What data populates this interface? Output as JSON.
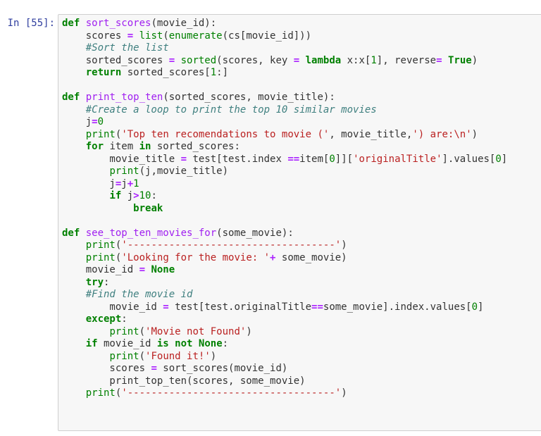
{
  "cell": {
    "prompt": "In [55]:",
    "execution_count": 55,
    "language": "python",
    "lines": [
      [
        {
          "t": "def",
          "c": "kw"
        },
        {
          "t": " "
        },
        {
          "t": "sort_scores",
          "c": "def"
        },
        {
          "t": "(movie_id):"
        }
      ],
      [
        {
          "t": "    scores "
        },
        {
          "t": "=",
          "c": "op"
        },
        {
          "t": " "
        },
        {
          "t": "list",
          "c": "bi"
        },
        {
          "t": "("
        },
        {
          "t": "enumerate",
          "c": "bi"
        },
        {
          "t": "(cs[movie_id]))"
        }
      ],
      [
        {
          "t": "    "
        },
        {
          "t": "#Sort the list",
          "c": "cm"
        }
      ],
      [
        {
          "t": "    sorted_scores "
        },
        {
          "t": "=",
          "c": "op"
        },
        {
          "t": " "
        },
        {
          "t": "sorted",
          "c": "bi"
        },
        {
          "t": "(scores, key "
        },
        {
          "t": "=",
          "c": "op"
        },
        {
          "t": " "
        },
        {
          "t": "lambda",
          "c": "kw"
        },
        {
          "t": " x:x["
        },
        {
          "t": "1",
          "c": "num"
        },
        {
          "t": "], reverse"
        },
        {
          "t": "=",
          "c": "op"
        },
        {
          "t": " "
        },
        {
          "t": "True",
          "c": "kw"
        },
        {
          "t": ")"
        }
      ],
      [
        {
          "t": "    "
        },
        {
          "t": "return",
          "c": "kw"
        },
        {
          "t": " sorted_scores["
        },
        {
          "t": "1",
          "c": "num"
        },
        {
          "t": ":]"
        }
      ],
      [],
      [
        {
          "t": "def",
          "c": "kw"
        },
        {
          "t": " "
        },
        {
          "t": "print_top_ten",
          "c": "def"
        },
        {
          "t": "(sorted_scores, movie_title):"
        }
      ],
      [
        {
          "t": "    "
        },
        {
          "t": "#Create a loop to print the top 10 similar movies",
          "c": "cm"
        }
      ],
      [
        {
          "t": "    j"
        },
        {
          "t": "=",
          "c": "op"
        },
        {
          "t": "0",
          "c": "num"
        }
      ],
      [
        {
          "t": "    "
        },
        {
          "t": "print",
          "c": "bi"
        },
        {
          "t": "("
        },
        {
          "t": "'Top ten recomendations to movie ('",
          "c": "str"
        },
        {
          "t": ", movie_title,"
        },
        {
          "t": "') are:\\n'",
          "c": "str"
        },
        {
          "t": ")"
        }
      ],
      [
        {
          "t": "    "
        },
        {
          "t": "for",
          "c": "kw"
        },
        {
          "t": " item "
        },
        {
          "t": "in",
          "c": "kw"
        },
        {
          "t": " sorted_scores:"
        }
      ],
      [
        {
          "t": "        movie_title "
        },
        {
          "t": "=",
          "c": "op"
        },
        {
          "t": " test[test.index "
        },
        {
          "t": "==",
          "c": "op"
        },
        {
          "t": "item["
        },
        {
          "t": "0",
          "c": "num"
        },
        {
          "t": "]]["
        },
        {
          "t": "'originalTitle'",
          "c": "str"
        },
        {
          "t": "].values["
        },
        {
          "t": "0",
          "c": "num"
        },
        {
          "t": "]"
        }
      ],
      [
        {
          "t": "        "
        },
        {
          "t": "print",
          "c": "bi"
        },
        {
          "t": "(j,movie_title)"
        }
      ],
      [
        {
          "t": "        j"
        },
        {
          "t": "=",
          "c": "op"
        },
        {
          "t": "j"
        },
        {
          "t": "+",
          "c": "op"
        },
        {
          "t": "1",
          "c": "num"
        }
      ],
      [
        {
          "t": "        "
        },
        {
          "t": "if",
          "c": "kw"
        },
        {
          "t": " j"
        },
        {
          "t": ">",
          "c": "op"
        },
        {
          "t": "10",
          "c": "num"
        },
        {
          "t": ":"
        }
      ],
      [
        {
          "t": "            "
        },
        {
          "t": "break",
          "c": "kw"
        }
      ],
      [],
      [
        {
          "t": "def",
          "c": "kw"
        },
        {
          "t": " "
        },
        {
          "t": "see_top_ten_movies_for",
          "c": "def"
        },
        {
          "t": "(some_movie):"
        }
      ],
      [
        {
          "t": "    "
        },
        {
          "t": "print",
          "c": "bi"
        },
        {
          "t": "("
        },
        {
          "t": "'-----------------------------------'",
          "c": "str"
        },
        {
          "t": ")"
        }
      ],
      [
        {
          "t": "    "
        },
        {
          "t": "print",
          "c": "bi"
        },
        {
          "t": "("
        },
        {
          "t": "'Looking for the movie: '",
          "c": "str"
        },
        {
          "t": "+",
          "c": "op"
        },
        {
          "t": " some_movie)"
        }
      ],
      [
        {
          "t": "    movie_id "
        },
        {
          "t": "=",
          "c": "op"
        },
        {
          "t": " "
        },
        {
          "t": "None",
          "c": "kw"
        }
      ],
      [
        {
          "t": "    "
        },
        {
          "t": "try",
          "c": "kw"
        },
        {
          "t": ":"
        }
      ],
      [
        {
          "t": "    "
        },
        {
          "t": "#Find the movie id",
          "c": "cm"
        }
      ],
      [
        {
          "t": "        movie_id "
        },
        {
          "t": "=",
          "c": "op"
        },
        {
          "t": " test[test.originalTitle"
        },
        {
          "t": "==",
          "c": "op"
        },
        {
          "t": "some_movie].index.values["
        },
        {
          "t": "0",
          "c": "num"
        },
        {
          "t": "]"
        }
      ],
      [
        {
          "t": "    "
        },
        {
          "t": "except",
          "c": "kw"
        },
        {
          "t": ":"
        }
      ],
      [
        {
          "t": "        "
        },
        {
          "t": "print",
          "c": "bi"
        },
        {
          "t": "("
        },
        {
          "t": "'Movie not Found'",
          "c": "str"
        },
        {
          "t": ")"
        }
      ],
      [
        {
          "t": "    "
        },
        {
          "t": "if",
          "c": "kw"
        },
        {
          "t": " movie_id "
        },
        {
          "t": "is",
          "c": "kw"
        },
        {
          "t": " "
        },
        {
          "t": "not",
          "c": "kw"
        },
        {
          "t": " "
        },
        {
          "t": "None",
          "c": "kw"
        },
        {
          "t": ":"
        }
      ],
      [
        {
          "t": "        "
        },
        {
          "t": "print",
          "c": "bi"
        },
        {
          "t": "("
        },
        {
          "t": "'Found it!'",
          "c": "str"
        },
        {
          "t": ")"
        }
      ],
      [
        {
          "t": "        scores "
        },
        {
          "t": "=",
          "c": "op"
        },
        {
          "t": " sort_scores(movie_id)"
        }
      ],
      [
        {
          "t": "        print_top_ten(scores, some_movie)"
        }
      ],
      [
        {
          "t": "    "
        },
        {
          "t": "print",
          "c": "bi"
        },
        {
          "t": "("
        },
        {
          "t": "'-----------------------------------'",
          "c": "str"
        },
        {
          "t": ")"
        }
      ]
    ]
  },
  "colors": {
    "prompt": "#303f9f",
    "keyword": "#008000",
    "function_name": "#a020f0",
    "operator": "#aa22ff",
    "string": "#ba2121",
    "comment": "#408080",
    "cell_background": "#f7f7f7",
    "cell_border": "#cfcfcf"
  }
}
